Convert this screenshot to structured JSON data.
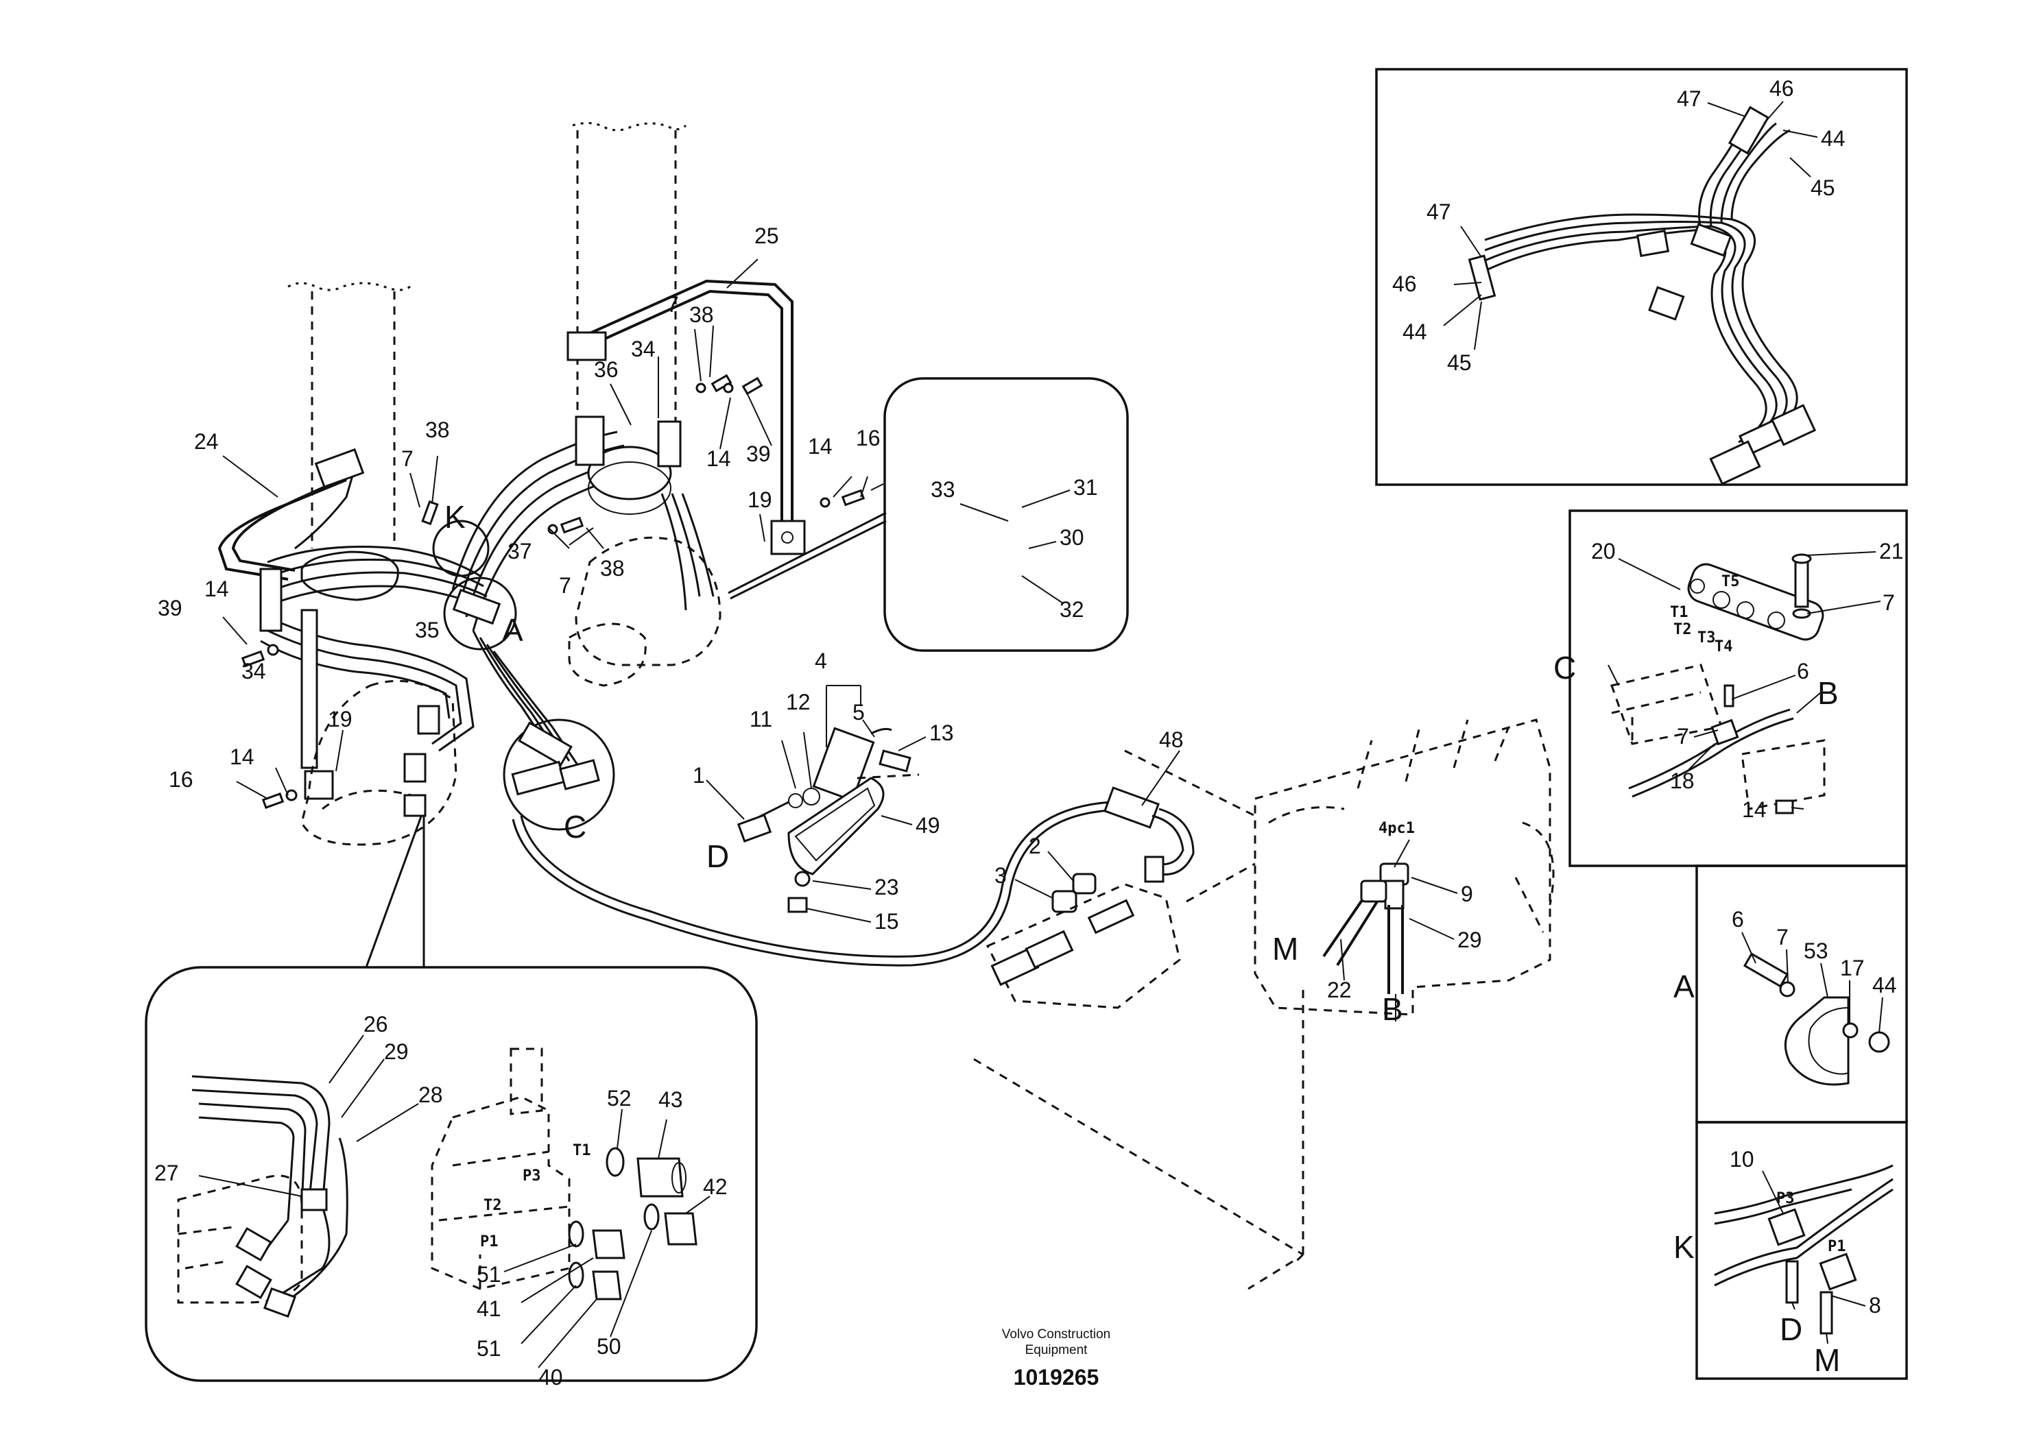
{
  "footer": {
    "company_line1": "Volvo Construction",
    "company_line2": "Equipment",
    "drawing_number": "1019265"
  },
  "labels": {
    "main": [
      "24",
      "38",
      "7",
      "K",
      "39",
      "14",
      "34",
      "35",
      "16",
      "14",
      "19",
      "25",
      "38",
      "7",
      "34",
      "36",
      "14",
      "39",
      "37",
      "7",
      "38",
      "19",
      "14",
      "16",
      "A",
      "33",
      "31",
      "30",
      "32",
      "C",
      "4",
      "5",
      "11",
      "12",
      "13",
      "1",
      "D",
      "49",
      "23",
      "15",
      "48",
      "2",
      "3",
      "4pc1",
      "9",
      "M",
      "29",
      "22",
      "B"
    ],
    "inset_top": [
      "47",
      "46",
      "44",
      "45",
      "47",
      "46",
      "44",
      "45"
    ],
    "inset_c": [
      "C",
      "20",
      "21",
      "T5",
      "T1",
      "T2",
      "T3",
      "T4",
      "7",
      "6",
      "B",
      "7",
      "18",
      "14"
    ],
    "inset_a": [
      "A",
      "6",
      "7",
      "53",
      "17",
      "44"
    ],
    "inset_k": [
      "K",
      "10",
      "P3",
      "P1",
      "8",
      "D",
      "M"
    ],
    "inset_bottom": [
      "26",
      "29",
      "28",
      "27",
      "52",
      "43",
      "42",
      "P3",
      "T1",
      "T2",
      "P1",
      "51",
      "41",
      "51",
      "40",
      "50"
    ]
  },
  "icons": [
    "hose-line-icon",
    "fitting-icon",
    "clamp-icon",
    "valve-block-icon",
    "bolt-icon",
    "washer-icon",
    "nut-icon",
    "connector-icon"
  ]
}
